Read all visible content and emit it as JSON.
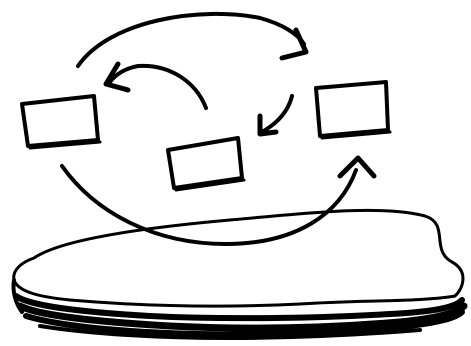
{
  "diagram": {
    "style": "hand-drawn sketch",
    "colors": {
      "ink": "#000000",
      "background": "#ffffff"
    },
    "nodes": [
      {
        "id": "left-box",
        "label": ""
      },
      {
        "id": "center-box",
        "label": ""
      },
      {
        "id": "right-box",
        "label": ""
      }
    ],
    "connectors": [
      {
        "from": "left-box",
        "to": "right-box",
        "shape": "curved-arrow-over-top"
      },
      {
        "from": "center-box",
        "to": "left-box",
        "shape": "curved-arrow"
      },
      {
        "from": "right-box",
        "to": "center-box",
        "shape": "short-curved-arrow"
      },
      {
        "from": "left-box",
        "to": "right-box",
        "shape": "curved-arrow-under-bottom"
      }
    ],
    "base": {
      "shape": "irregular-platform",
      "label": ""
    }
  }
}
